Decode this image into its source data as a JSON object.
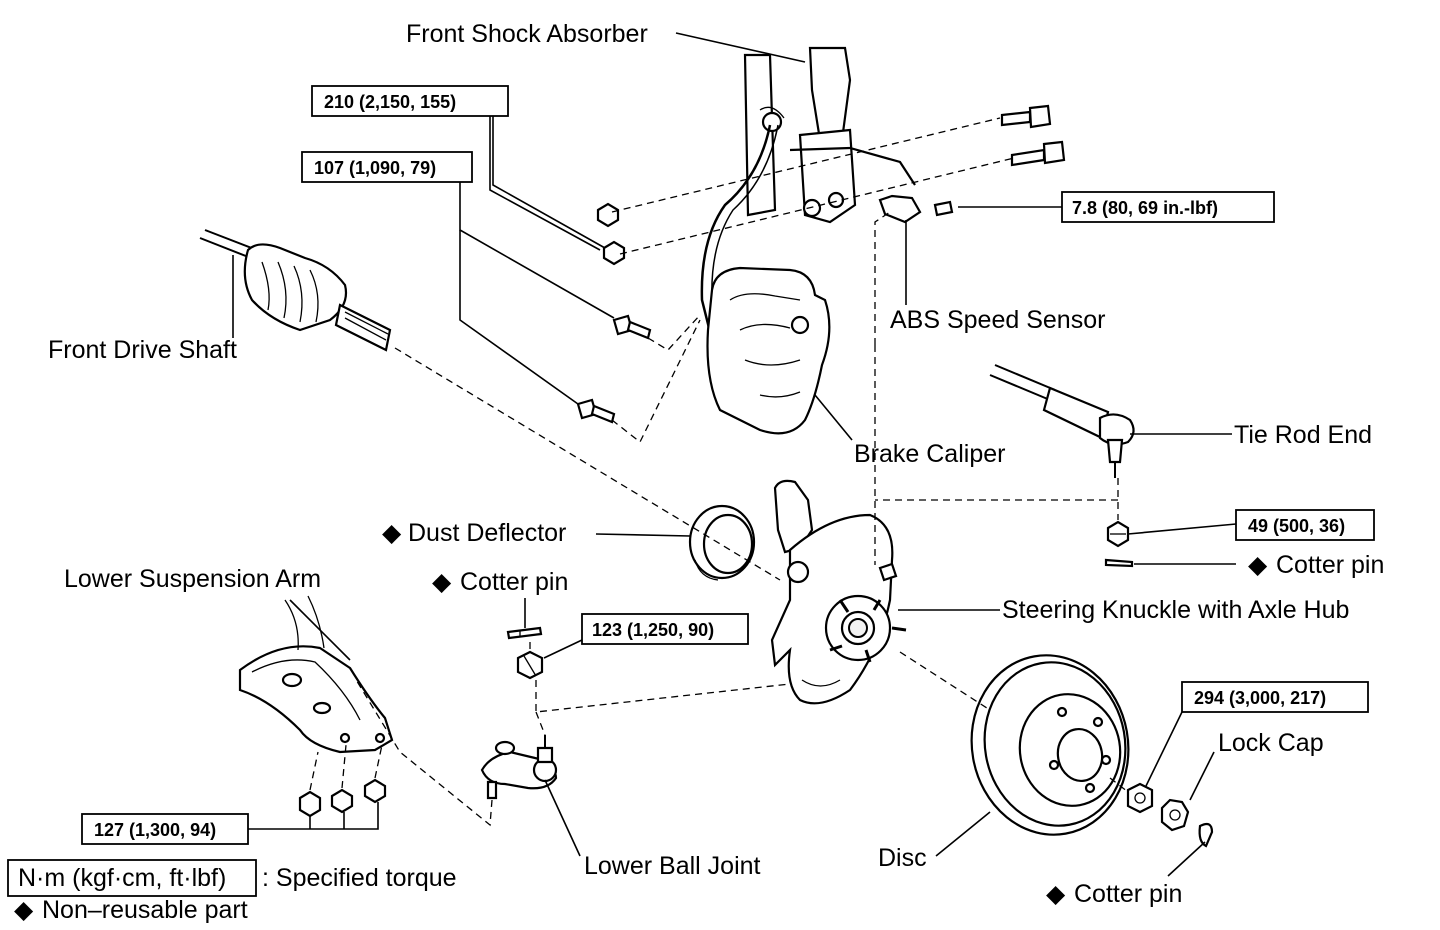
{
  "labels": {
    "front_shock_absorber": "Front Shock Absorber",
    "front_drive_shaft": "Front Drive Shaft",
    "abs_speed_sensor": "ABS Speed Sensor",
    "tie_rod_end": "Tie Rod End",
    "brake_caliper": "Brake Caliper",
    "dust_deflector": "Dust Deflector",
    "cotter_pin_top": "Cotter pin",
    "cotter_pin_right": "Cotter pin",
    "cotter_pin_bottom": "Cotter pin",
    "lower_suspension_arm": "Lower Suspension Arm",
    "steering_knuckle": "Steering Knuckle with Axle Hub",
    "lock_cap": "Lock Cap",
    "disc": "Disc",
    "lower_ball_joint": "Lower Ball Joint"
  },
  "torques": {
    "shock_upper": "210 (2,150, 155)",
    "shock_lower": "107 (1,090, 79)",
    "abs_sensor": "7.8 (80, 69 in.-lbf)",
    "tie_rod_nut": "49 (500, 36)",
    "ball_joint_nut": "123 (1,250, 90)",
    "axle_nut": "294 (3,000, 217)",
    "arm_bolts": "127 (1,300, 94)"
  },
  "legend": {
    "unit_box": "N·m (kgf·cm, ft·lbf)",
    "unit_desc": ": Specified torque",
    "nonreusable": "Non–reusable part"
  },
  "symbols": {
    "nonreusable_mark": "◆"
  }
}
